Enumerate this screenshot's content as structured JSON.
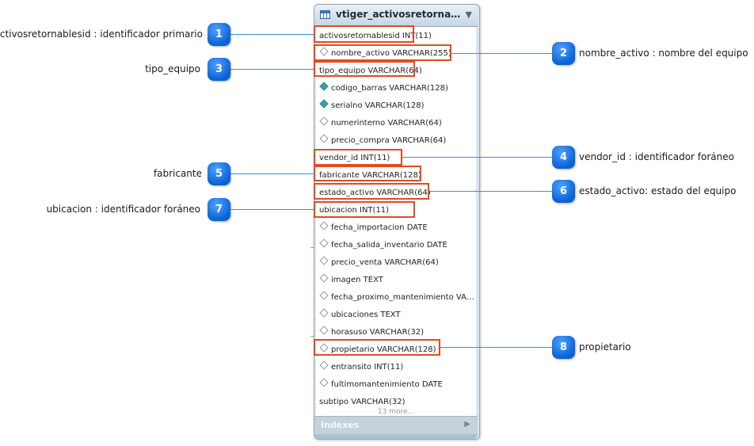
{
  "table": {
    "title": "vtiger_activosretornabl...",
    "more_label": "13 more...",
    "indexes_label": "Indexes",
    "columns": [
      {
        "label": "activosretornablesid INT(11)",
        "icon": "none"
      },
      {
        "label": "nombre_activo VARCHAR(255)",
        "icon": "diamond-outline"
      },
      {
        "label": "tipo_equipo VARCHAR(64)",
        "icon": "none"
      },
      {
        "label": "codigo_barras VARCHAR(128)",
        "icon": "diamond-filled"
      },
      {
        "label": "serialno VARCHAR(128)",
        "icon": "diamond-filled"
      },
      {
        "label": "numerinterno VARCHAR(64)",
        "icon": "diamond-outline"
      },
      {
        "label": "precio_compra VARCHAR(64)",
        "icon": "diamond-outline"
      },
      {
        "label": "vendor_id INT(11)",
        "icon": "none"
      },
      {
        "label": "fabricante VARCHAR(128)",
        "icon": "none"
      },
      {
        "label": "estado_activo VARCHAR(64)",
        "icon": "none"
      },
      {
        "label": "ubicacion INT(11)",
        "icon": "none"
      },
      {
        "label": "fecha_importacion DATE",
        "icon": "diamond-outline"
      },
      {
        "label": "fecha_salida_inventario DATE",
        "icon": "diamond-outline"
      },
      {
        "label": "precio_venta VARCHAR(64)",
        "icon": "diamond-outline"
      },
      {
        "label": "imagen TEXT",
        "icon": "diamond-outline"
      },
      {
        "label": "fecha_proximo_mantenimiento VAR...",
        "icon": "diamond-outline"
      },
      {
        "label": "ubicaciones TEXT",
        "icon": "diamond-outline"
      },
      {
        "label": "horasuso VARCHAR(32)",
        "icon": "diamond-outline"
      },
      {
        "label": "propietario VARCHAR(128)",
        "icon": "diamond-outline"
      },
      {
        "label": "entransito INT(11)",
        "icon": "diamond-outline"
      },
      {
        "label": "fultimomantenimiento DATE",
        "icon": "diamond-outline"
      },
      {
        "label": "subtipo VARCHAR(32)",
        "icon": "none"
      }
    ]
  },
  "callouts": [
    {
      "number": "1",
      "label": "activosretornablesid : identificador primario",
      "side": "left"
    },
    {
      "number": "2",
      "label": "nombre_activo : nombre del equipo",
      "side": "right"
    },
    {
      "number": "3",
      "label": "tipo_equipo",
      "side": "left"
    },
    {
      "number": "4",
      "label": "vendor_id : identificador foráneo",
      "side": "right"
    },
    {
      "number": "5",
      "label": "fabricante",
      "side": "left"
    },
    {
      "number": "6",
      "label": "estado_activo: estado del equipo",
      "side": "right"
    },
    {
      "number": "7",
      "label": "ubicacion : identificador foráneo",
      "side": "left"
    },
    {
      "number": "8",
      "label": "propietario",
      "side": "right"
    }
  ],
  "colors": {
    "badge": "#0a62d6",
    "highlight": "#e04c22",
    "connector": "#3d8fd6"
  }
}
